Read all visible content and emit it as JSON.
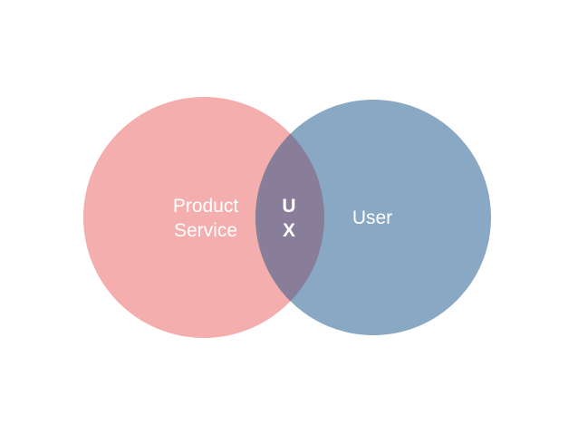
{
  "diagram": {
    "left_circle": {
      "lines": [
        "Product",
        "Service"
      ],
      "color": "#F4AEAE"
    },
    "right_circle": {
      "lines": [
        "User"
      ],
      "color": "#88A8C3"
    },
    "intersection": {
      "lines": [
        "U",
        "X"
      ],
      "color": "#887E9A"
    }
  }
}
